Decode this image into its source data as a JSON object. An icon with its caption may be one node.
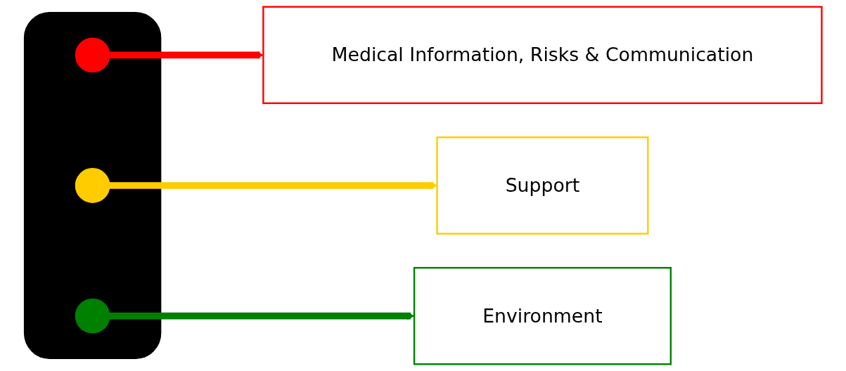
{
  "diagram": {
    "nodes": [
      {
        "text": [],
        "shape": "box"
      },
      {
        "text": [],
        "shape": "circle",
        "in": 0
      },
      {
        "text": [],
        "shape": "circle",
        "in": 0
      },
      {
        "text": [],
        "shape": "circle",
        "in": 0
      },
      {
        "text": [
          "Medical Information, Risks & Communication"
        ]
      },
      {
        "text": [
          "Support"
        ]
      },
      {
        "text": [
          "Environment"
        ]
      }
    ],
    "edges": [
      {
        "from": 1,
        "to": 4,
        "arrow": "to",
        "color": "#ff0000"
      },
      {
        "from": 2,
        "to": 5,
        "arrow": "to",
        "color": "#ffcc00"
      },
      {
        "from": 3,
        "to": 6,
        "arrow": "to",
        "color": "#008000"
      }
    ]
  }
}
